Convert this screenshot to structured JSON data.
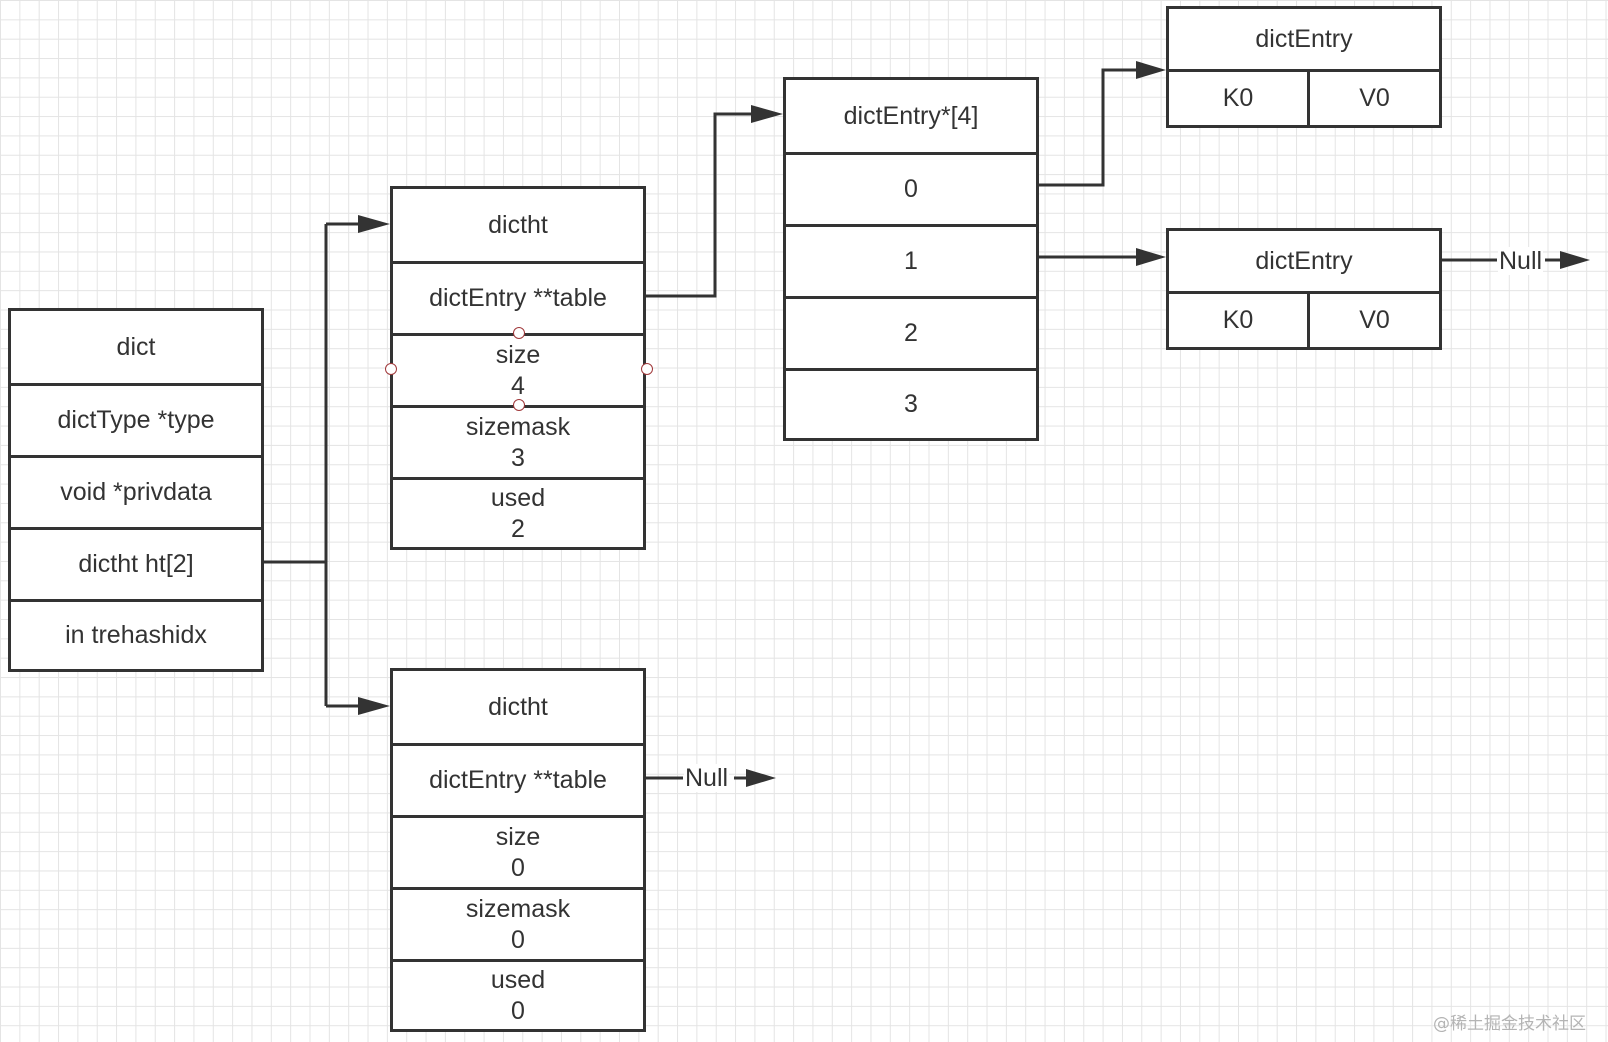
{
  "dict": {
    "title": "dict",
    "fields": [
      "dictType *type",
      "void *privdata",
      "dictht ht[2]",
      "in trehashidx"
    ]
  },
  "ht0": {
    "title": "dictht",
    "table_field": "dictEntry **table",
    "fields": [
      {
        "name": "size",
        "value": "4"
      },
      {
        "name": "sizemask",
        "value": "3"
      },
      {
        "name": "used",
        "value": "2"
      }
    ]
  },
  "ht1": {
    "title": "dictht",
    "table_field": "dictEntry **table",
    "table_target": "Null",
    "fields": [
      {
        "name": "size",
        "value": "0"
      },
      {
        "name": "sizemask",
        "value": "0"
      },
      {
        "name": "used",
        "value": "0"
      }
    ]
  },
  "bucket_array": {
    "title": "dictEntry*[4]",
    "slots": [
      "0",
      "1",
      "2",
      "3"
    ]
  },
  "entry0": {
    "title": "dictEntry",
    "key": "K0",
    "value": "V0"
  },
  "entry1": {
    "title": "dictEntry",
    "key": "K0",
    "value": "V0",
    "next": "Null"
  },
  "watermark": "@稀土掘金技术社区"
}
